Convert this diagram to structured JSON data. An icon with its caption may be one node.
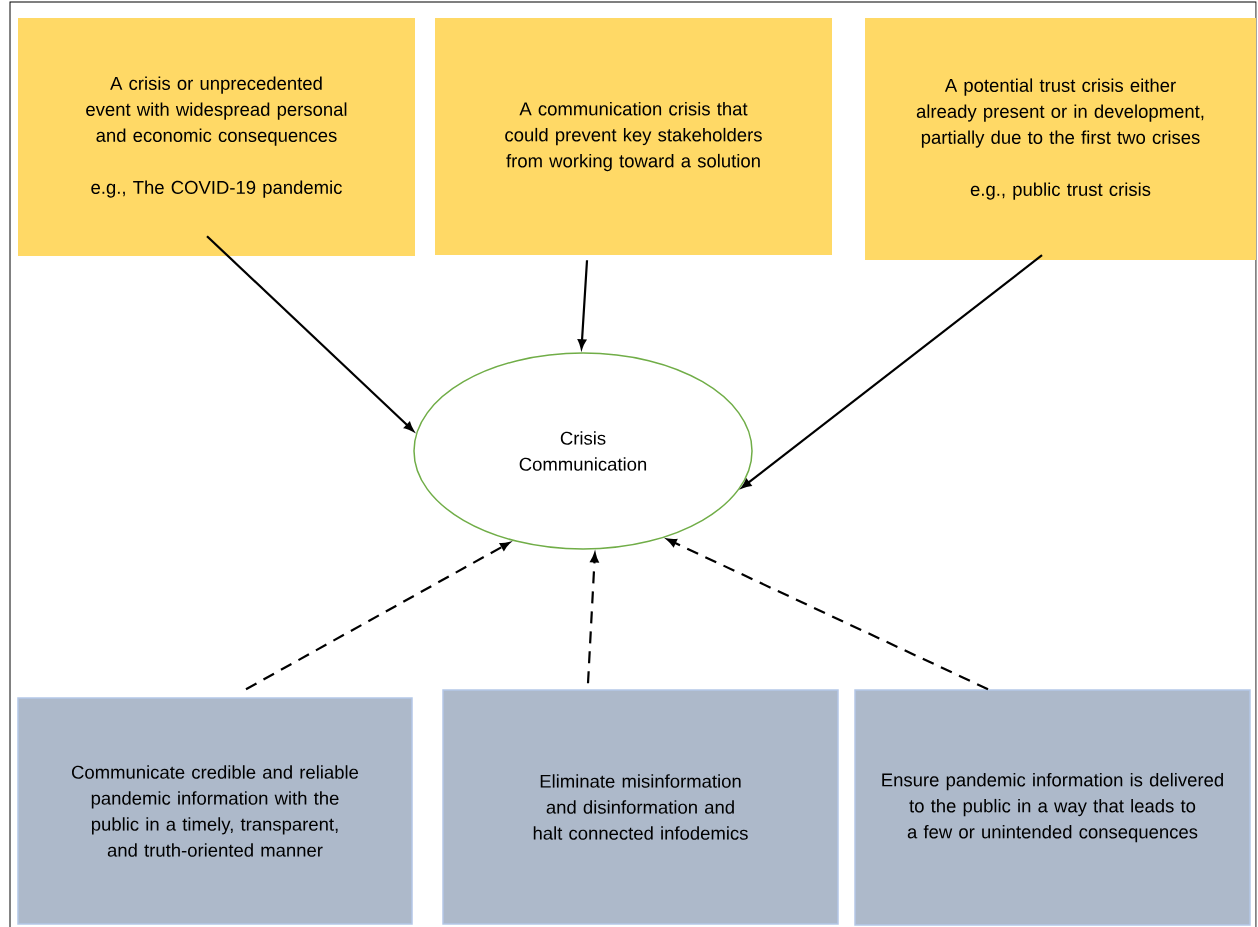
{
  "diagram": {
    "nodes": [
      {
        "text": [
          "A crisis or unprecedented event with widespread personal and economic consequences",
          "e.g., The COVID-19 pandemic"
        ]
      },
      {
        "text": [
          "A communication crisis that could prevent key stakeholders from working toward a solution"
        ]
      },
      {
        "text": [
          "A potential trust crisis either already present or in development, partially due to the first two crises",
          "e.g., public trust crisis"
        ]
      },
      {
        "text": [
          "Crisis Communication"
        ]
      },
      {
        "text": [
          "Communicate credible and reliable pandemic information with the public in a timely, transparent, and truth-oriented manner"
        ]
      },
      {
        "text": [
          "Eliminate misinformation and disinformation and halt connected infodemics"
        ]
      },
      {
        "text": [
          "Ensure pandemic information is delivered to the public in a way that leads to a few or unintended consequences"
        ]
      }
    ],
    "edges": [
      {
        "from": 0,
        "to": 3,
        "arrow": "to"
      },
      {
        "from": 1,
        "to": 3,
        "arrow": "to"
      },
      {
        "from": 2,
        "to": 3,
        "arrow": "to"
      },
      {
        "from": 4,
        "to": 3,
        "arrow": "to",
        "style": "dashed"
      },
      {
        "from": 5,
        "to": 3,
        "arrow": "to",
        "style": "dashed"
      },
      {
        "from": 6,
        "to": 3,
        "arrow": "to",
        "style": "dashed"
      }
    ]
  }
}
